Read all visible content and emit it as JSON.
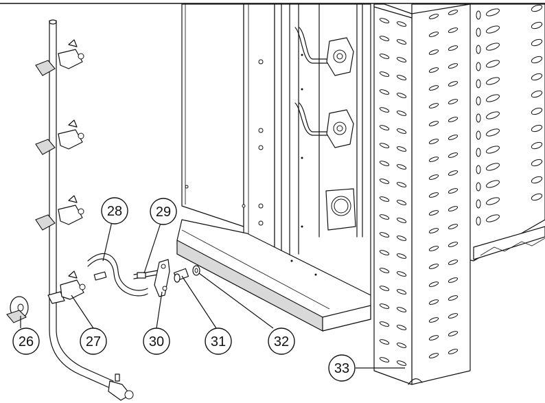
{
  "callouts": [
    {
      "id": "c26",
      "label": "26"
    },
    {
      "id": "c27",
      "label": "27"
    },
    {
      "id": "c28",
      "label": "28"
    },
    {
      "id": "c29",
      "label": "29"
    },
    {
      "id": "c30",
      "label": "30"
    },
    {
      "id": "c31",
      "label": "31"
    },
    {
      "id": "c32",
      "label": "32"
    },
    {
      "id": "c33",
      "label": "33"
    }
  ]
}
